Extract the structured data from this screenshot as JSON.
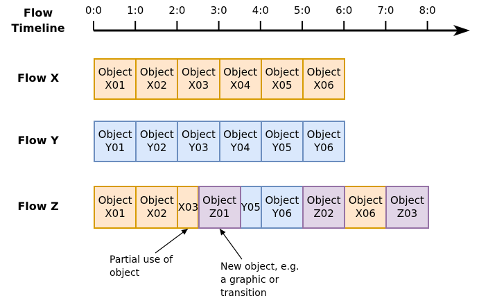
{
  "timeline": {
    "label_line1": "Flow",
    "label_line2": "Timeline",
    "ticks": [
      "0:0",
      "1:0",
      "2:0",
      "3:0",
      "4:0",
      "5:0",
      "6:0",
      "7:0",
      "8:0"
    ]
  },
  "colors": {
    "orange_fill": "#ffe6cc",
    "orange_border": "#d79b00",
    "blue_fill": "#dae8fc",
    "blue_border": "#6c8ebf",
    "purple_fill": "#e1d5e7",
    "purple_border": "#9673a6"
  },
  "flows": [
    {
      "label": "Flow X",
      "blocks": [
        {
          "line1": "Object",
          "line2": "X01",
          "start": 0,
          "end": 1,
          "color": "orange"
        },
        {
          "line1": "Object",
          "line2": "X02",
          "start": 1,
          "end": 2,
          "color": "orange"
        },
        {
          "line1": "Object",
          "line2": "X03",
          "start": 2,
          "end": 3,
          "color": "orange"
        },
        {
          "line1": "Object",
          "line2": "X04",
          "start": 3,
          "end": 4,
          "color": "orange"
        },
        {
          "line1": "Object",
          "line2": "X05",
          "start": 4,
          "end": 5,
          "color": "orange"
        },
        {
          "line1": "Object",
          "line2": "X06",
          "start": 5,
          "end": 6,
          "color": "orange"
        }
      ]
    },
    {
      "label": "Flow Y",
      "blocks": [
        {
          "line1": "Object",
          "line2": "Y01",
          "start": 0,
          "end": 1,
          "color": "blue"
        },
        {
          "line1": "Object",
          "line2": "Y02",
          "start": 1,
          "end": 2,
          "color": "blue"
        },
        {
          "line1": "Object",
          "line2": "Y03",
          "start": 2,
          "end": 3,
          "color": "blue"
        },
        {
          "line1": "Object",
          "line2": "Y04",
          "start": 3,
          "end": 4,
          "color": "blue"
        },
        {
          "line1": "Object",
          "line2": "Y05",
          "start": 4,
          "end": 5,
          "color": "blue"
        },
        {
          "line1": "Object",
          "line2": "Y06",
          "start": 5,
          "end": 6,
          "color": "blue"
        }
      ]
    },
    {
      "label": "Flow Z",
      "blocks": [
        {
          "line1": "Object",
          "line2": "X01",
          "start": 0,
          "end": 1,
          "color": "orange"
        },
        {
          "line1": "Object",
          "line2": "X02",
          "start": 1,
          "end": 2,
          "color": "orange"
        },
        {
          "line1": "X03",
          "line2": "",
          "start": 2,
          "end": 2.5,
          "color": "orange"
        },
        {
          "line1": "Object",
          "line2": "Z01",
          "start": 2.5,
          "end": 3.5,
          "color": "purple"
        },
        {
          "line1": "Y05",
          "line2": "",
          "start": 3.5,
          "end": 4,
          "color": "blue"
        },
        {
          "line1": "Object",
          "line2": "Y06",
          "start": 4,
          "end": 5,
          "color": "blue"
        },
        {
          "line1": "Object",
          "line2": "Z02",
          "start": 5,
          "end": 6,
          "color": "purple"
        },
        {
          "line1": "Object",
          "line2": "X06",
          "start": 6,
          "end": 7,
          "color": "orange"
        },
        {
          "line1": "Object",
          "line2": "Z03",
          "start": 7,
          "end": 8,
          "color": "purple"
        }
      ]
    }
  ],
  "annotations": [
    {
      "lines": [
        "Partial use of",
        "object"
      ],
      "points_to": "X03"
    },
    {
      "lines": [
        "New object, e.g.",
        "a graphic or",
        "transition"
      ],
      "points_to": "Z01"
    }
  ]
}
